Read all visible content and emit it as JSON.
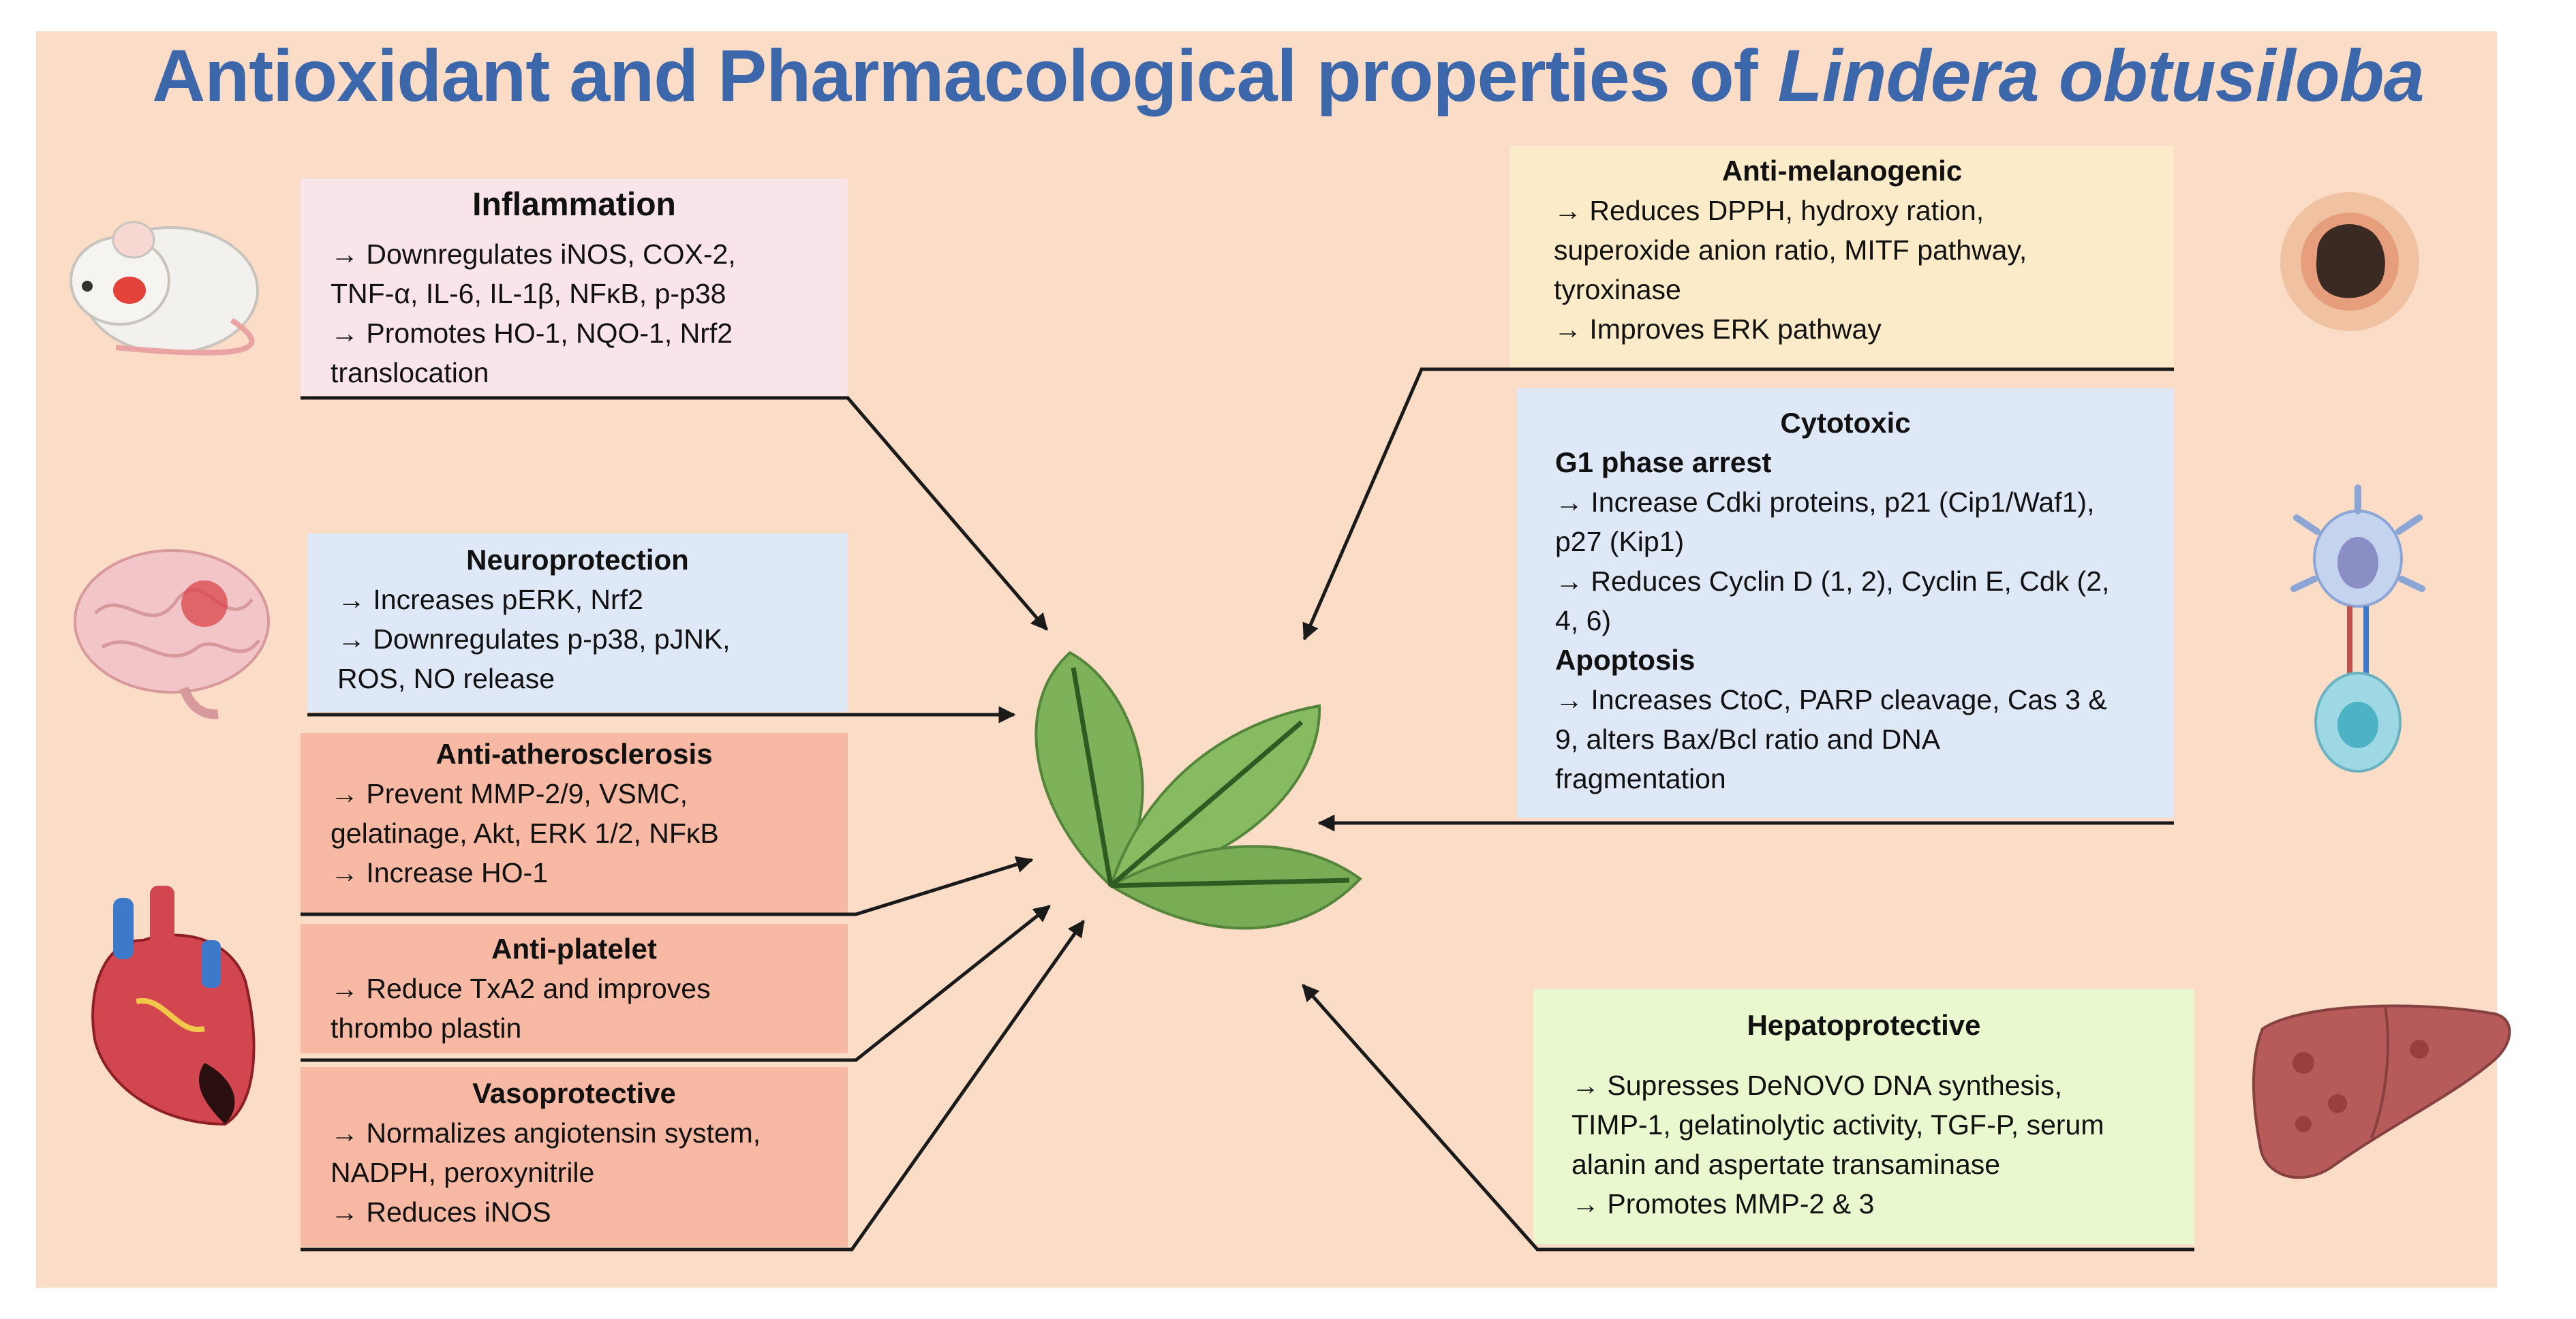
{
  "title": {
    "main": "Antioxidant and Pharmacological properties of",
    "species": "Lindera obtusiloba"
  },
  "boxes": {
    "inflammation": {
      "heading": "Inflammation",
      "lines": [
        "→ Downregulates iNOS, COX-2,",
        "TNF-α, IL-6, IL-1β, NFκB, p-p38",
        "→ Promotes HO-1, NQO-1, Nrf2",
        "translocation"
      ]
    },
    "neuroprotection": {
      "heading": "Neuroprotection",
      "lines": [
        "→ Increases pERK, Nrf2",
        "→ Downregulates p-p38, pJNK,",
        "ROS, NO release"
      ]
    },
    "anti_atherosclerosis": {
      "heading": "Anti-atherosclerosis",
      "lines": [
        "→ Prevent MMP-2/9, VSMC,",
        "gelatinage, Akt, ERK 1/2, NFκB",
        "→ Increase HO-1"
      ]
    },
    "anti_platelet": {
      "heading": "Anti-platelet",
      "lines": [
        "→ Reduce TxA2 and improves",
        "thrombo plastin"
      ]
    },
    "vasoprotective": {
      "heading": "Vasoprotective",
      "lines": [
        "→ Normalizes angiotensin system,",
        "NADPH, peroxynitrile",
        "→ Reduces iNOS"
      ]
    },
    "anti_melanogenic": {
      "heading": "Anti-melanogenic",
      "lines": [
        "→ Reduces DPPH, hydroxy ration,",
        "superoxide anion ratio, MITF pathway,",
        "tyroxinase",
        "→ Improves ERK pathway"
      ]
    },
    "cytotoxic": {
      "heading": "Cytotoxic",
      "sub1": "G1 phase arrest",
      "lines1": [
        "→ Increase Cdki proteins, p21 (Cip1/Waf1),",
        "p27 (Kip1)",
        "→ Reduces Cyclin D (1, 2), Cyclin E, Cdk (2,",
        "4, 6)"
      ],
      "sub2": "Apoptosis",
      "lines2": [
        "→ Increases CtoC, PARP cleavage, Cas 3 &",
        "9, alters Bax/Bcl ratio and DNA",
        "fragmentation"
      ]
    },
    "hepatoprotective": {
      "heading": "Hepatoprotective",
      "lines": [
        "→ Supresses DeNOVO DNA synthesis,",
        "TIMP-1, gelatinolytic activity, TGF-P, serum",
        "alanin and aspertate transaminase",
        "→ Promotes MMP-2 & 3"
      ]
    }
  },
  "colors": {
    "background": "#fbdcc7",
    "title": "#3d67ab",
    "inflammation": "#f9e4ea",
    "neuroprotection": "#dfe8f7",
    "cardio": "#f7b9a3",
    "anti_melanogenic": "#fbebc9",
    "cytotoxic": "#dfe8f7",
    "hepatoprotective": "#eaf8cf",
    "leaf": "#7db25a",
    "arrow": "#1a1a1a"
  },
  "icons": [
    "mouse-icon",
    "brain-icon",
    "heart-icon",
    "melanoma-skin-icon",
    "immune-cell-icon",
    "liver-icon",
    "leaf-icon"
  ]
}
